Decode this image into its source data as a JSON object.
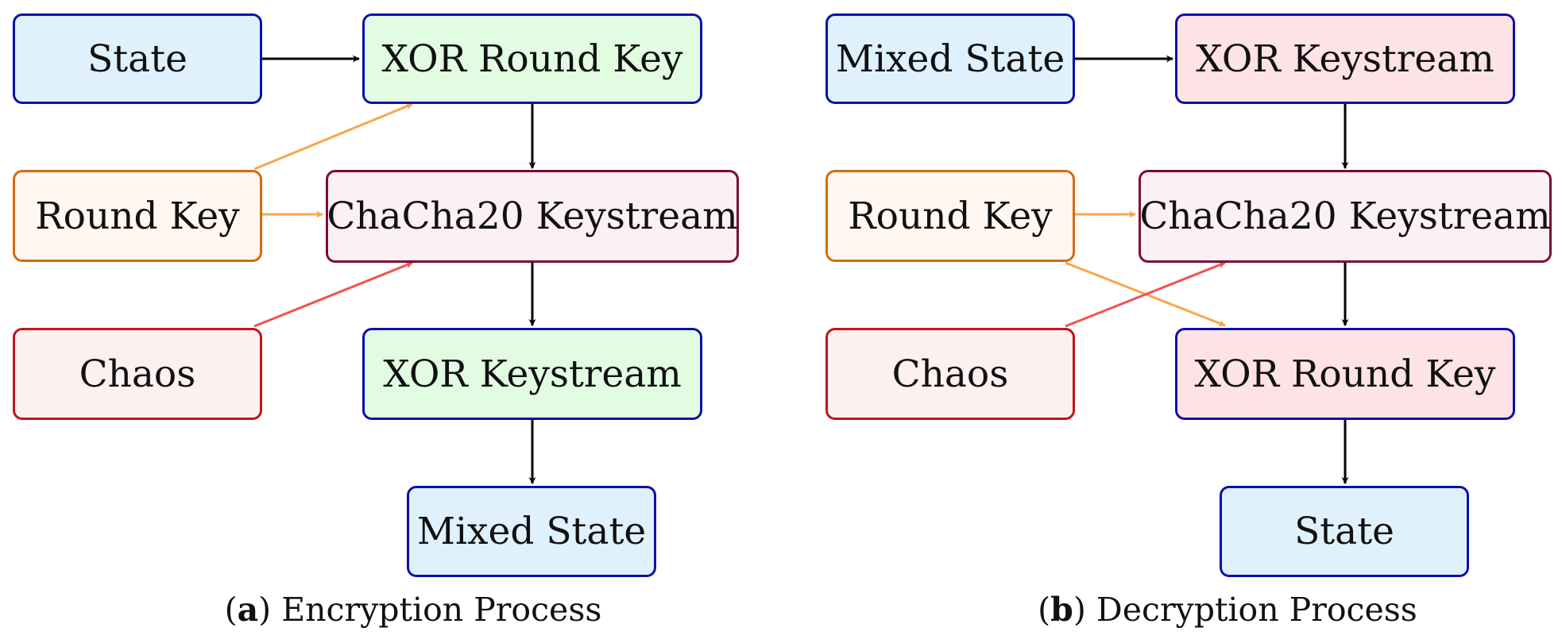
{
  "colors": {
    "state_fill": "#dff1fc",
    "state_border": "#0e10a8",
    "enc_xor_fill": "#e2fce2",
    "dec_xor_fill": "#fde2e6",
    "xor_border": "#0e10a8",
    "chacha_fill": "#fbf0f4",
    "chacha_border": "#7b0b3a",
    "roundkey_fill": "#fff7f0",
    "roundkey_border": "#d46c12",
    "chaos_fill": "#fdf0f0",
    "chaos_border": "#c0141c",
    "arrow_black": "#000000",
    "arrow_orange": "#f9a64a",
    "arrow_red": "#ef5252"
  },
  "encryption": {
    "state": "State",
    "xor_round_key": "XOR Round Key",
    "round_key": "Round Key",
    "chacha": "ChaCha20 Keystream",
    "chaos": "Chaos",
    "xor_keystream": "XOR Keystream",
    "mixed_state": "Mixed State",
    "caption_letter": "a",
    "caption_text": "Encryption Process"
  },
  "decryption": {
    "mixed_state": "Mixed State",
    "xor_keystream": "XOR Keystream",
    "round_key": "Round Key",
    "chacha": "ChaCha20 Keystream",
    "chaos": "Chaos",
    "xor_round_key": "XOR Round Key",
    "state": "State",
    "caption_letter": "b",
    "caption_text": "Decryption Process"
  }
}
